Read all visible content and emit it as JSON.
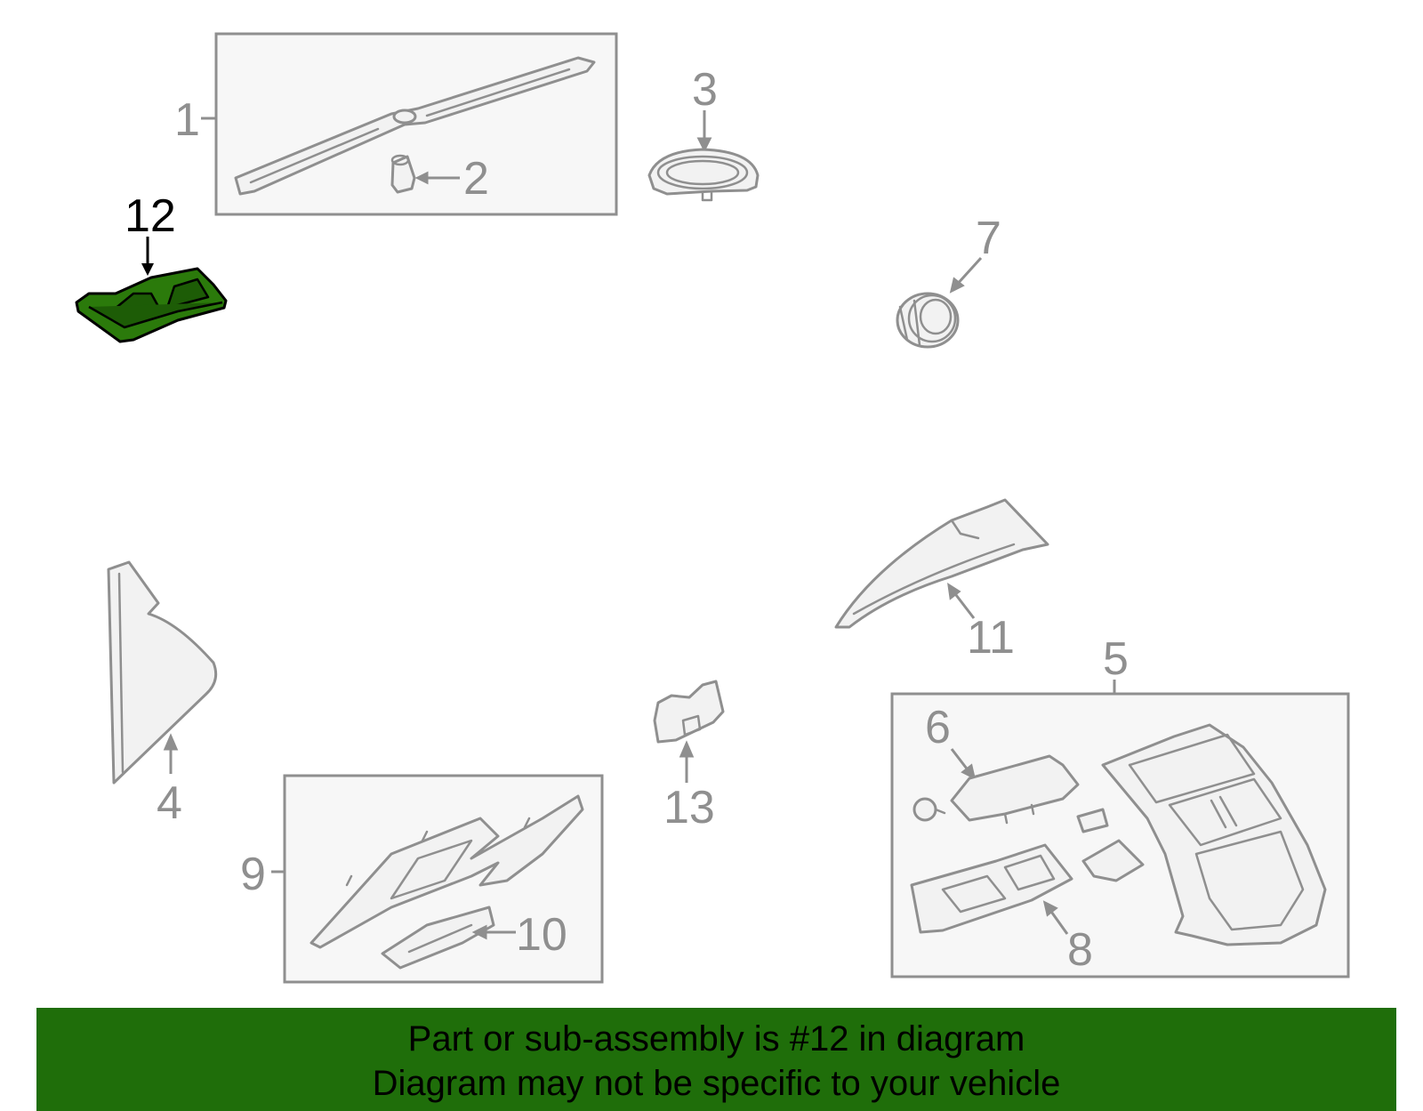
{
  "callouts": {
    "c1": "1",
    "c2": "2",
    "c3": "3",
    "c4": "4",
    "c5": "5",
    "c6": "6",
    "c7": "7",
    "c8": "8",
    "c9": "9",
    "c10": "10",
    "c11": "11",
    "c12": "12",
    "c13": "13"
  },
  "highlighted_part": "12",
  "banner": {
    "line1": "Part or sub-assembly is #12 in diagram",
    "line2": "Diagram may not be specific to your vehicle"
  },
  "colors": {
    "highlight": "#2b7a0b",
    "banner": "#1f6e0a",
    "line": "#8f8f8f"
  }
}
